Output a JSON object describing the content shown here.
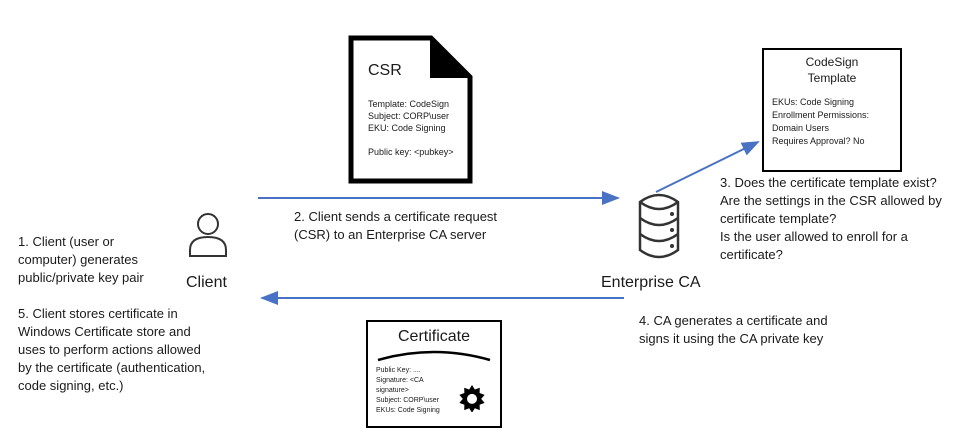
{
  "actors": {
    "client_label": "Client",
    "ca_label": "Enterprise CA"
  },
  "steps": {
    "step1": "1. Client (user or\ncomputer) generates\npublic/private key pair",
    "step2": "2. Client sends a certificate request\n(CSR) to an Enterprise CA server",
    "step3": "3. Does the certificate template exist?\nAre the settings in the CSR allowed by\ncertificate template?\nIs the user allowed to enroll for a\ncertificate?",
    "step4": "4. CA generates a certificate and\nsigns it using the CA private key",
    "step5": "5. Client stores certificate in\nWindows Certificate store and\nuses to perform actions allowed\nby the certificate (authentication,\ncode signing, etc.)"
  },
  "csr": {
    "title": "CSR",
    "body": "Template: CodeSign\nSubject: CORP\\user\nEKU: Code Signing\n\nPublic key: <pubkey>"
  },
  "template": {
    "title": "CodeSign\nTemplate",
    "body": "EKUs: Code Signing\nEnrollment Permissions:\n    Domain Users\nRequires Approval? No"
  },
  "certificate": {
    "title": "Certificate",
    "body": "Public Key: ....\nSignature: <CA\nsignature>\nSubject: CORP\\user\nEKUs: Code Signing"
  },
  "colors": {
    "arrow": "#4A72C4",
    "stroke": "#000000"
  }
}
